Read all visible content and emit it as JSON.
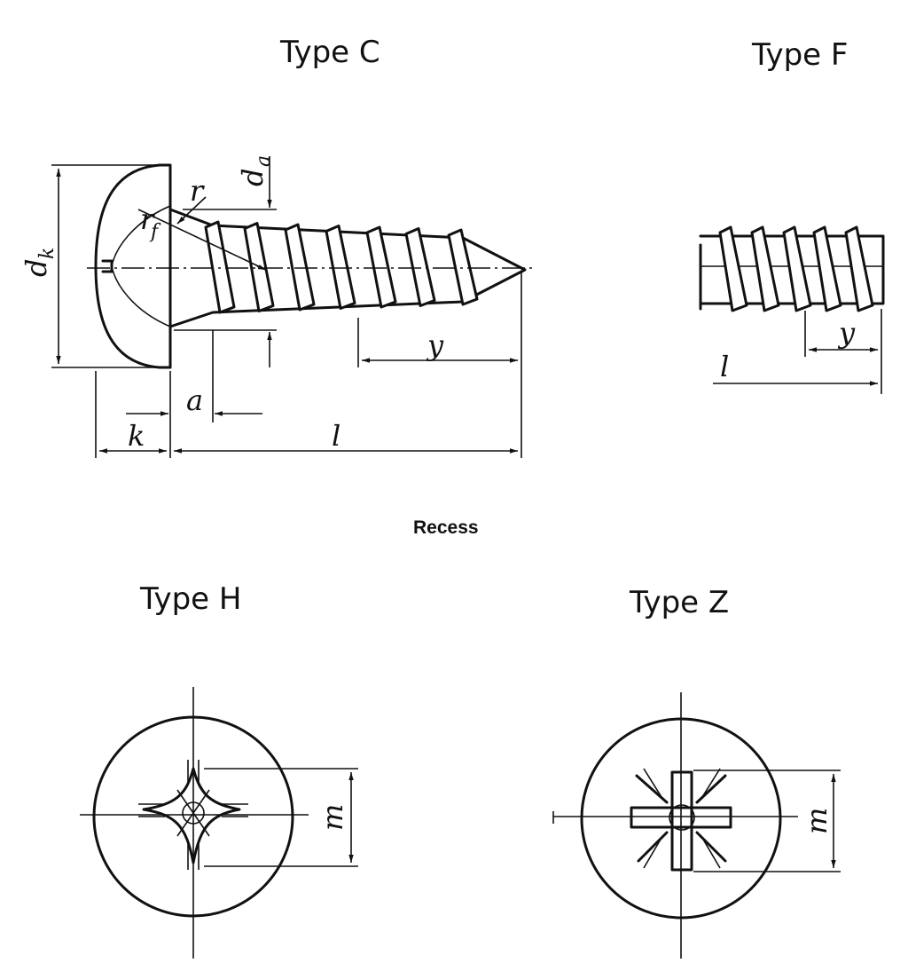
{
  "labels": {
    "type_c": "Type  C",
    "type_f": "Type  F",
    "recess": "Recess",
    "type_h": "Type  H",
    "type_z": "Type  Z"
  },
  "dimensions": {
    "dk": "d",
    "dk_sub": "k",
    "da": "d",
    "da_sub": "a",
    "r": "r",
    "rf": "r",
    "rf_sub": "f",
    "a": "a",
    "k": "k",
    "l": "l",
    "y": "y",
    "f_l": "l",
    "f_y": "y",
    "m_h": "m",
    "m_z": "m"
  }
}
